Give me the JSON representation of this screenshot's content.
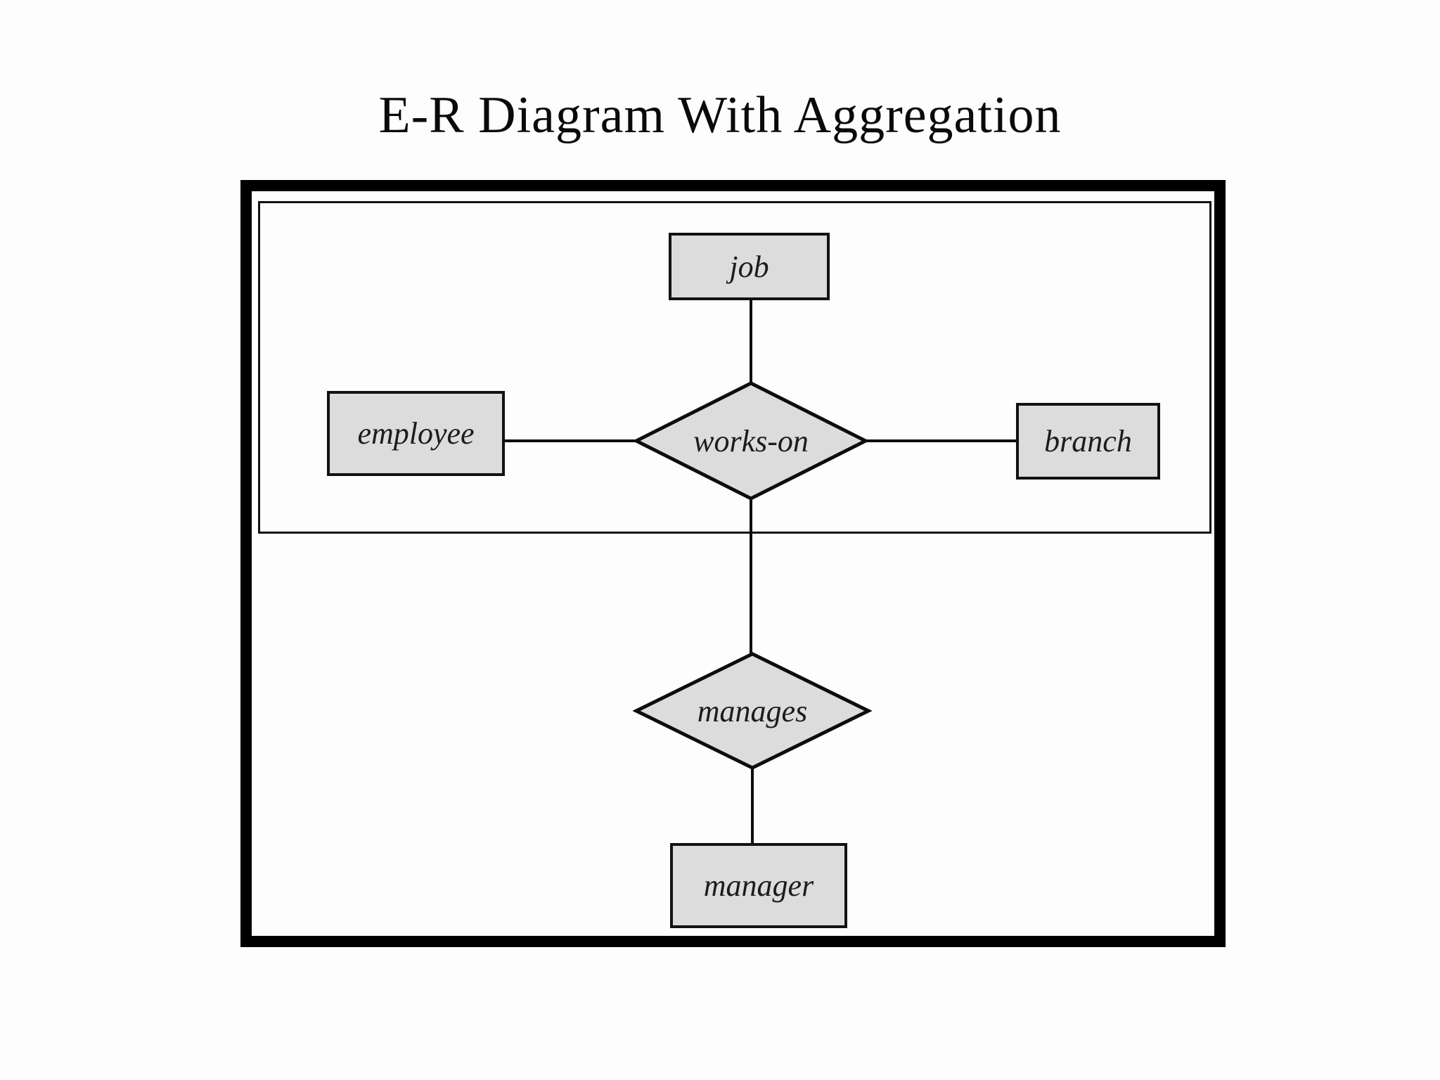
{
  "title": "E-R Diagram With Aggregation",
  "diagram": {
    "nodes": {
      "job": {
        "label": "job",
        "type": "entity"
      },
      "employee": {
        "label": "employee",
        "type": "entity"
      },
      "branch": {
        "label": "branch",
        "type": "entity"
      },
      "manager": {
        "label": "manager",
        "type": "entity"
      },
      "works_on": {
        "label": "works-on",
        "type": "relationship"
      },
      "manages": {
        "label": "manages",
        "type": "relationship"
      }
    },
    "edges": [
      {
        "from": "job",
        "to": "works-on"
      },
      {
        "from": "employee",
        "to": "works-on"
      },
      {
        "from": "works-on",
        "to": "branch"
      },
      {
        "from": "works-on",
        "to": "manages"
      },
      {
        "from": "manages",
        "to": "manager"
      }
    ],
    "aggregation": {
      "members": [
        "employee",
        "works-on",
        "job",
        "branch"
      ]
    },
    "colors": {
      "node_fill": "#dcdcdc",
      "node_border": "#121212",
      "frame_border": "#000000",
      "background": "#fdfdfd",
      "text": "#1c1c1c"
    }
  }
}
